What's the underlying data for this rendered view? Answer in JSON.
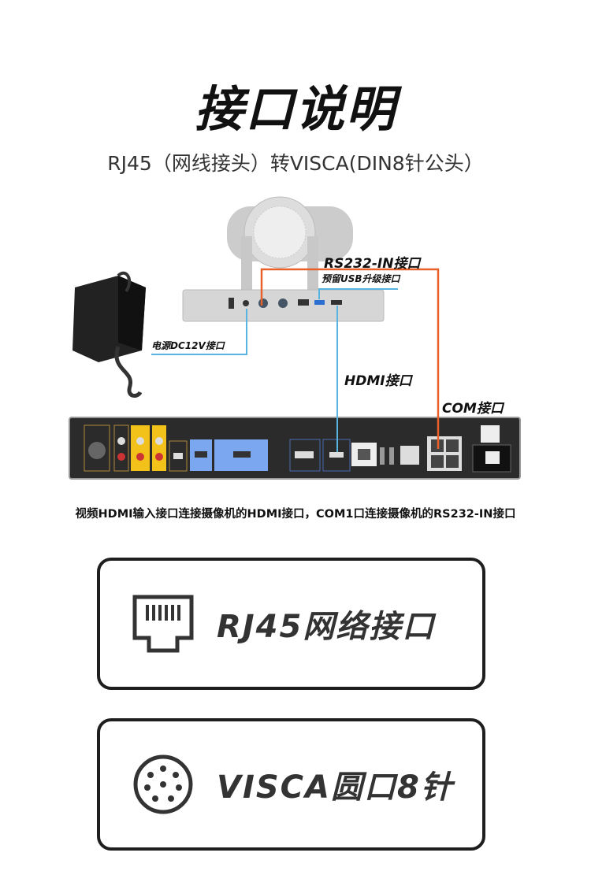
{
  "title": "接口说明",
  "subtitle": "RJ45（网线接头）转VISCA(DIN8针公头）",
  "diagram": {
    "labels": {
      "rs232": "RS232-IN接口",
      "usb": "预留USB升级接口",
      "power": "电源DC12V接口",
      "hdmi": "HDMI接口",
      "com": "COM接口"
    },
    "colors": {
      "rs232_line": "#e8602a",
      "blue_line": "#5ab4e0"
    }
  },
  "caption": "视频HDMI输入接口连接摄像机的HDMI接口，COM1口连接摄像机的RS232-IN接口",
  "cards": [
    {
      "icon": "rj45-port-icon",
      "label": "RJ45网络接口"
    },
    {
      "icon": "din8-round-port-icon",
      "label": "VISCA圆口8针"
    }
  ]
}
